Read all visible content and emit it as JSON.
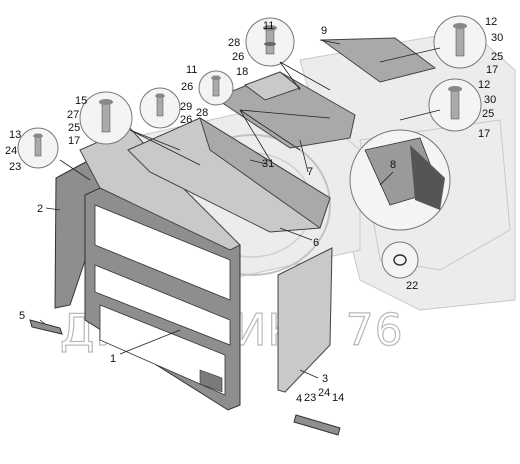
{
  "watermark": "ДИНАМИКА 76",
  "callouts": {
    "c1": "1",
    "c2": "2",
    "c3": "3",
    "c4": "4",
    "c5": "5",
    "c6": "6",
    "c7": "7",
    "c8": "8",
    "c9": "9",
    "c11a": "11",
    "c28a": "28",
    "c26a": "26",
    "c11b": "11",
    "c26b": "26",
    "c18": "18",
    "c15": "15",
    "c27": "27",
    "c25a": "25",
    "c17a": "17",
    "c13": "13",
    "c24a": "24",
    "c23a": "23",
    "c29": "29",
    "c26c": "26",
    "c28b": "28",
    "c31": "31",
    "c12a": "12",
    "c30a": "30",
    "c25b": "25",
    "c17b": "17",
    "c12b": "12",
    "c30b": "30",
    "c25c": "25",
    "c17c": "17",
    "c22": "22",
    "c23b": "23",
    "c24b": "24",
    "c14": "14"
  },
  "colors": {
    "panel_dark": "#8e8e8e",
    "panel_light": "#c9c9c9",
    "watermark": "#b9b9b9"
  }
}
